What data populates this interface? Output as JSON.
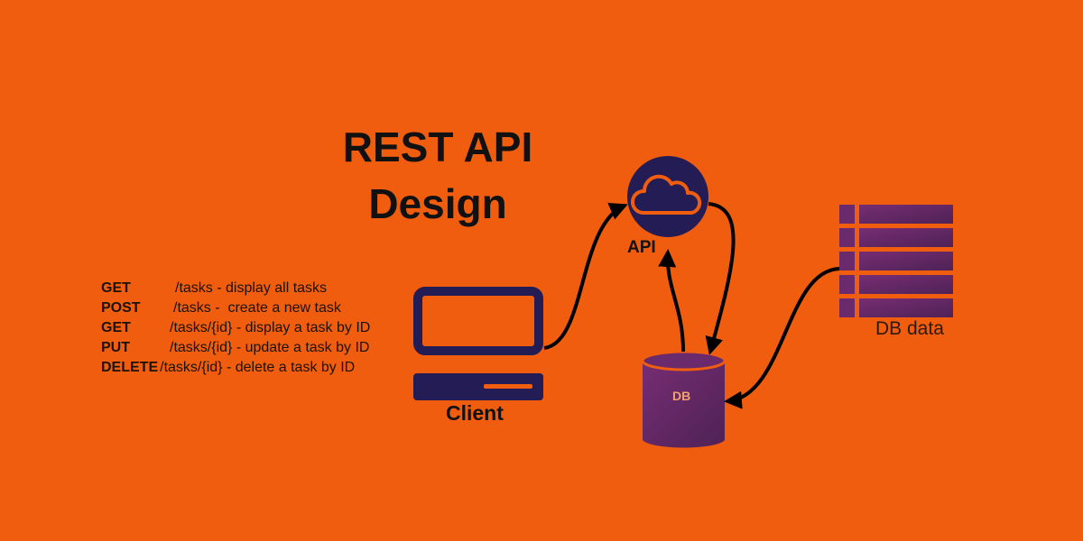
{
  "title": {
    "line1": "REST API",
    "line2": "Design"
  },
  "endpoints": [
    {
      "method": "GET",
      "path": "/tasks - display all tasks"
    },
    {
      "method": "POST",
      "path": "/tasks -  create a new task"
    },
    {
      "method": "GET",
      "path": "/tasks/{id} - display a task by ID"
    },
    {
      "method": "PUT",
      "path": "/tasks/{id} - update a task by ID"
    },
    {
      "method": "DELETE",
      "path": "/tasks/{id} - delete a task by ID"
    }
  ],
  "nodes": {
    "client": "Client",
    "api": "API",
    "db": "DB",
    "db_data": "DB data"
  },
  "colors": {
    "background": "#f15d0e",
    "navy": "#231c55",
    "purple": "#6a2a6c"
  }
}
